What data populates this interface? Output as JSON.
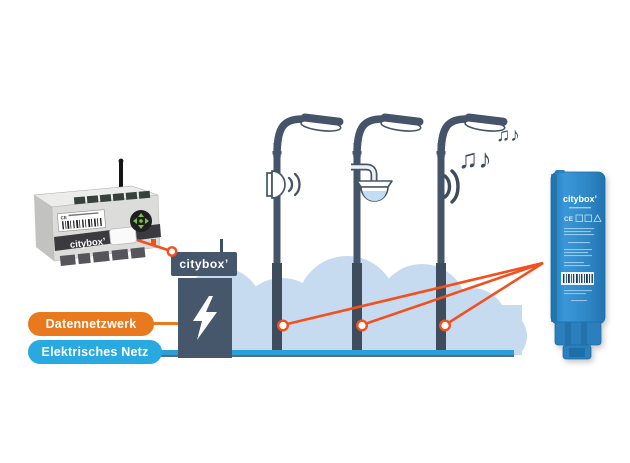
{
  "brand": {
    "logo": "citybox’"
  },
  "legend": {
    "data_network": {
      "label": "Datennetzwerk",
      "color": "#E8791E"
    },
    "electric_network": {
      "label": "Elektrisches Netz",
      "color": "#29A9E1"
    }
  },
  "devices": {
    "gateway": {
      "logo": "citybox’",
      "ce": "CE"
    },
    "cabinet": {
      "logo": "citybox’"
    },
    "module": {
      "logo": "citybox’",
      "ce": "CE"
    }
  },
  "icons": {
    "lightning": "lightning-bolt",
    "speaker": "loudspeaker-with-sound-waves",
    "camera": "dome-camera",
    "sound_waves": "sound-waves",
    "music_notes_large": "♫♪",
    "music_notes_small": "♫♪"
  },
  "colors": {
    "connection_orange": "#F1511F",
    "pill_orange": "#E8791E",
    "pill_blue": "#29A9E1",
    "pole_slate": "#455468",
    "cloud_blue": "#C6DBF0",
    "module_blue": "#2E86C4",
    "ground_blue": "#2B9FD9"
  }
}
